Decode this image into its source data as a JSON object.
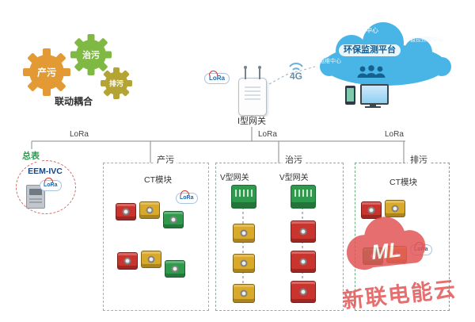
{
  "colors": {
    "c-red": "#c9342e",
    "c-yellow": "#d9a92b",
    "c-green": "#2f9a4e",
    "c-orange": "#e39a35",
    "c-lime": "#7fb944",
    "c-olive": "#b3a433",
    "c-cloud": "#49b5e7",
    "c-watermark": "#e25555"
  },
  "gears": {
    "caption": "联动耦合",
    "items": [
      {
        "label": "产污"
      },
      {
        "label": "治污"
      },
      {
        "label": "排污"
      }
    ]
  },
  "gateway": {
    "label": "I型网关",
    "lora_badge": "LoRa",
    "network": "4G"
  },
  "cloud": {
    "title": "环保监测平台",
    "label_top": "数据中心",
    "label_left": "运维中心",
    "label_right": "监控预警中心"
  },
  "bus": {
    "lora_left": "LoRa",
    "lora_center": "LoRa",
    "lora_right": "LoRa"
  },
  "meter": {
    "zone_label": "总表",
    "model": "EEM-IVC",
    "badge": "LoRa"
  },
  "zones": {
    "chanwu": {
      "label": "产污",
      "module_label": "CT模块",
      "badge": "LoRa"
    },
    "zhiwu": {
      "label": "治污",
      "gateway_left": "V型网关",
      "gateway_right": "V型网关"
    },
    "paiwu": {
      "label": "排污",
      "module_label": "CT模块",
      "badge": "LoRa"
    }
  },
  "watermark": {
    "logo": "ML",
    "text": "新联电能云"
  }
}
